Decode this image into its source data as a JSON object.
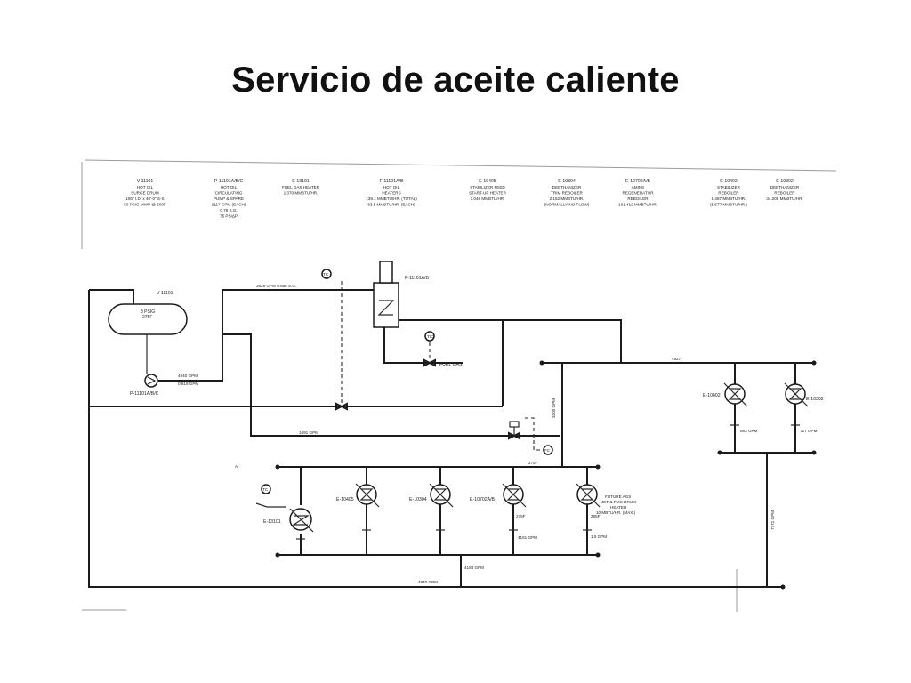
{
  "title": "Servicio de aceite caliente",
  "equipment_legend": [
    {
      "tag": "V-11101",
      "lines": [
        "HOT OIL",
        "SURGE DRUM",
        "180\" I.D. x 40'-0\" S-S",
        "50 PSIG MWP @ 500F"
      ]
    },
    {
      "tag": "P-11101A/B/C",
      "lines": [
        "HOT OIL",
        "CIRCULATING",
        "PUMP & SPARE",
        "2117 GPM (EACH)",
        "0.78 S.G.",
        "75 PSIΔP"
      ]
    },
    {
      "tag": "E-13101",
      "lines": [
        "FUEL GAS HEATER",
        "1.370 MMBTU/HR."
      ]
    },
    {
      "tag": "F-11101A/B",
      "lines": [
        "HOT OIL",
        "HEATERS",
        "139.1 MMBTU/HR. (TOTAL)",
        "83.5 MMBTU/HR. (EACH)"
      ]
    },
    {
      "tag": "E-10405",
      "lines": [
        "STABILIZER FEED",
        "START-UP HEATER",
        "1.048 MMBTU/HR."
      ]
    },
    {
      "tag": "E-10304",
      "lines": [
        "DEETHANIZER",
        "TRIM REBOILER",
        "2.162 MMBTU/HR.",
        "(NORMALLY NO FLOW)"
      ]
    },
    {
      "tag": "E-10702A/B",
      "lines": [
        "AMINE",
        "REGENERATOR",
        "REBOILER",
        "101.412 MMBTU/HR."
      ]
    },
    {
      "tag": "E-10402",
      "lines": [
        "STABILIZER",
        "REBOILER",
        "5.487 MMBTU/HR.",
        "(5.577 MMBTU/HR.)"
      ]
    },
    {
      "tag": "E-10302",
      "lines": [
        "DEETHANIZER",
        "REBOILER",
        "34.209 MMBTU/HR."
      ]
    }
  ],
  "labels": {
    "drum_tag": "V-11101",
    "drum_text_1": "3 PSIG",
    "drum_text_2": "275F",
    "pump_tag": "P-11101A/B/C",
    "pump_flow_1": "4940 GPM",
    "pump_flow_2": "0.818 GPM",
    "header_flow": "3928 GPM  0.858 S.G.",
    "heater_tag": "F-11101A/B",
    "fuel_gas": "FUEL GAS",
    "flow_1691": "1691 GPM",
    "flow_3200": "3200 GPM",
    "flow_4927": "4927",
    "flow_7772": "7772 GPM",
    "flow_4183": "4183 GPM",
    "flow_4940": "4940 GPM",
    "temp_275": "275F",
    "temp_275b": "275F",
    "temp_285": "285F",
    "e10402_tag": "E-10402",
    "e10402_flow": "563 GPM",
    "e10302_tag": "E-10302",
    "e10302_flow": "727 GPM",
    "e13101_tag": "E-13101",
    "e10405_tag": "E-10405",
    "e10304_tag": "E-10304",
    "e10702_tag": "E-10702A/B",
    "e10702_flow": "4161 GPM",
    "future_1": "FUTURE AGS",
    "future_2": "JET & PMC DRUM",
    "future_3": "HEATER",
    "future_4": "10 MBTU/HR. (MAX.)",
    "future_flow": "1.5 GPM",
    "tc": "TC",
    "tic": "TIC",
    "fc": "FC",
    "small_a": "A"
  }
}
